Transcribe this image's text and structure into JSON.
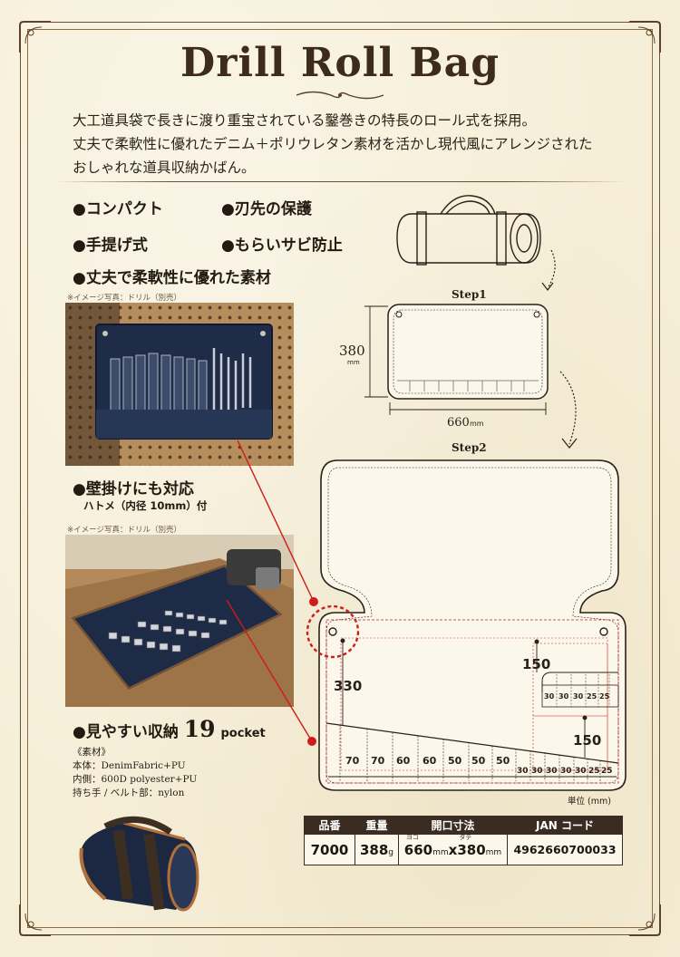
{
  "title": "Drill Roll Bag",
  "intro": [
    "大工道具袋で長きに渡り重宝されている鑿巻きの特長のロール式を採用。",
    "丈夫で柔軟性に優れたデニム＋ポリウレタン素材を活かし現代風にアレンジされた",
    "おしゃれな道具収納かばん。"
  ],
  "features": {
    "compact": "●コンパクト",
    "blade_protect": "●刃先の保護",
    "handle": "●手提げ式",
    "rust": "●もらいサビ防止",
    "durable": "●丈夫で柔軟性に優れた素材"
  },
  "photo_note": "※イメージ写真：ドリル（別売）",
  "wall_mount": {
    "label": "●壁掛けにも対応",
    "detail": "ハトメ（内径 10mm）付"
  },
  "storage": {
    "label": "●見やすい収納",
    "count": "19",
    "unit": "pocket"
  },
  "materials": {
    "heading": "《素材》",
    "lines": [
      "本体：DenimFabric+PU",
      "内側：600D polyester+PU",
      "持ち手 / ベルト部：nylon"
    ]
  },
  "diagram": {
    "step1": "Step1",
    "step2": "Step2",
    "height_value": "380",
    "height_unit": "mm",
    "width_value": "660",
    "width_unit": "mm",
    "dim_330": "330",
    "dim_150_top": "150",
    "dim_150_bottom": "150",
    "small_pockets_top": [
      "30",
      "30",
      "30",
      "25",
      "25"
    ],
    "large_pockets": [
      "70",
      "70",
      "60",
      "60",
      "50",
      "50",
      "50"
    ],
    "small_pockets_bottom": [
      "30",
      "30",
      "30",
      "30",
      "30",
      "25",
      "25"
    ],
    "unit_note": "単位 (mm)"
  },
  "spec_table": {
    "headers": [
      "品番",
      "重量",
      "開口寸法",
      "JAN コード"
    ],
    "product_no": "7000",
    "weight": "388",
    "weight_unit": "g",
    "opening_w": "660",
    "opening_w_unit": "mm",
    "opening_x": "x",
    "opening_h": "380",
    "opening_h_unit": "mm",
    "ruby_w": "ヨコ",
    "ruby_h": "タテ",
    "jan": "4962660700033"
  },
  "colors": {
    "paper": "#f6efd8",
    "frame": "#6b5232",
    "table_header": "#3b2c22",
    "accent_red": "#d11a1a",
    "denim": "#1c2a45"
  }
}
